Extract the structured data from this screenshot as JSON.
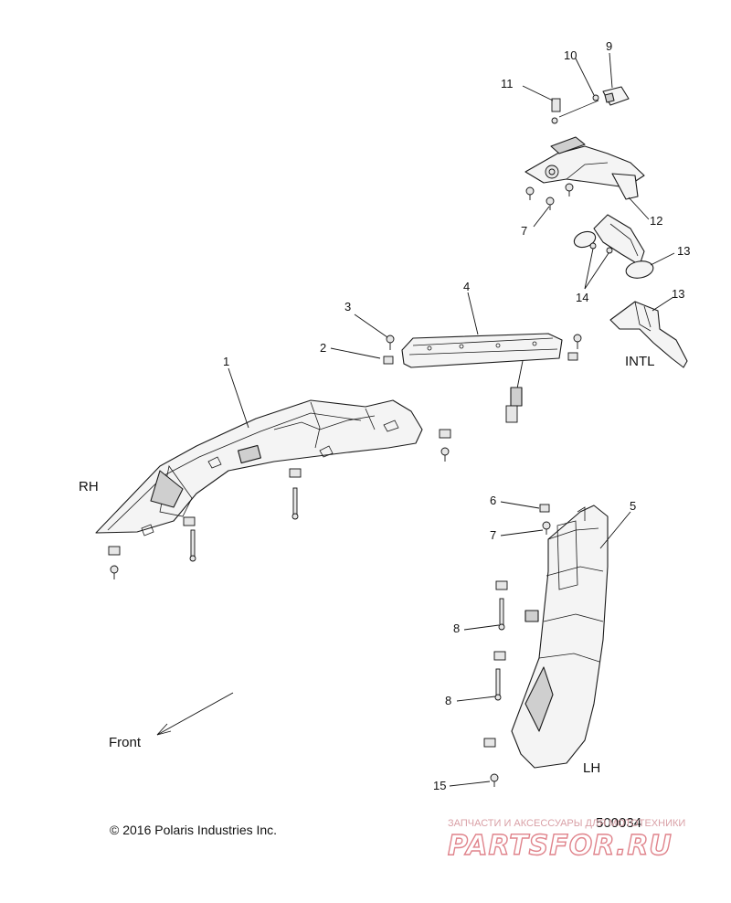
{
  "callouts": [
    {
      "id": "1",
      "text": "1"
    },
    {
      "id": "2",
      "text": "2"
    },
    {
      "id": "3",
      "text": "3"
    },
    {
      "id": "4",
      "text": "4"
    },
    {
      "id": "5",
      "text": "5"
    },
    {
      "id": "6",
      "text": "6"
    },
    {
      "id": "7a",
      "text": "7"
    },
    {
      "id": "7b",
      "text": "7"
    },
    {
      "id": "8a",
      "text": "8"
    },
    {
      "id": "8b",
      "text": "8"
    },
    {
      "id": "9",
      "text": "9"
    },
    {
      "id": "10",
      "text": "10"
    },
    {
      "id": "11",
      "text": "11"
    },
    {
      "id": "12",
      "text": "12"
    },
    {
      "id": "13a",
      "text": "13"
    },
    {
      "id": "13b",
      "text": "13"
    },
    {
      "id": "14",
      "text": "14"
    },
    {
      "id": "15",
      "text": "15"
    }
  ],
  "labels": {
    "rh": "RH",
    "lh": "LH",
    "intl": "INTL",
    "front": "Front"
  },
  "footer": {
    "copyright": "© 2016 Polaris Industries Inc.",
    "doc_number": "500034"
  },
  "watermark": {
    "line1": "ЗАПЧАСТИ И АКСЕССУАРЫ ДЛЯ МОТОТЕХНИКИ",
    "line2": "PARTSFOR.RU"
  },
  "colors": {
    "line": "#1a1a1a",
    "watermark": "#e0848c"
  }
}
